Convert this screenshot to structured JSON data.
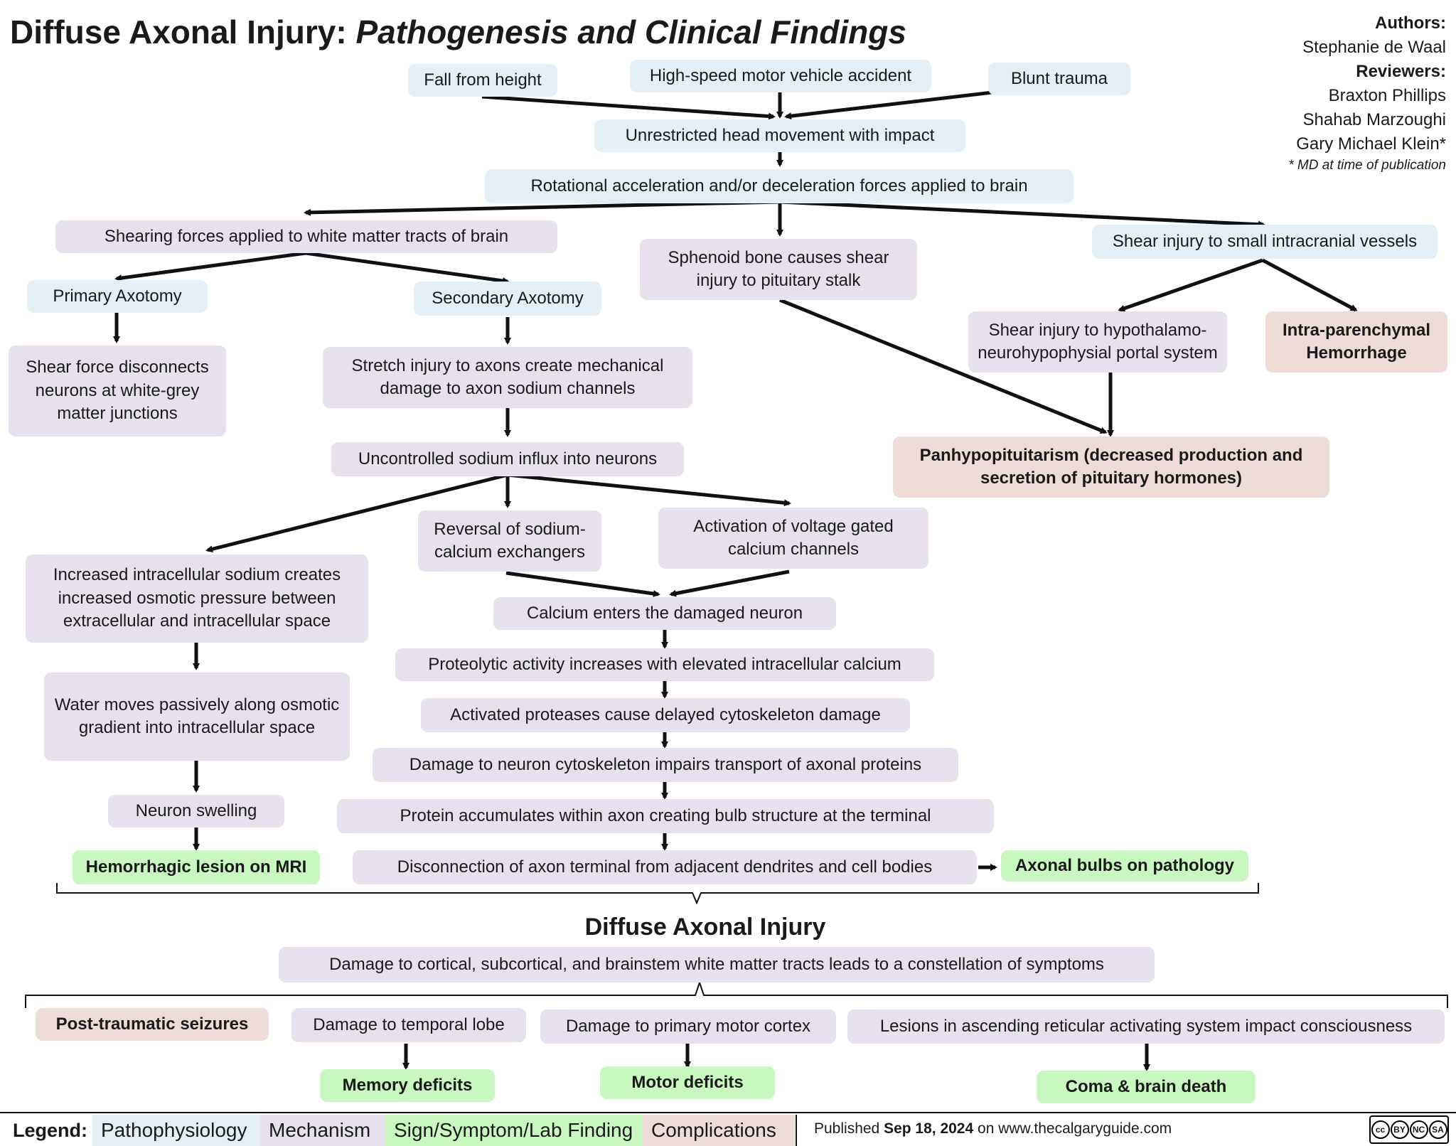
{
  "title": {
    "main": "Diffuse Axonal Injury:",
    "sub": "Pathogenesis and Clinical Findings"
  },
  "authors": {
    "authors_label": "Authors:",
    "authors": [
      "Stephanie de Waal"
    ],
    "reviewers_label": "Reviewers:",
    "reviewers": [
      "Braxton Phillips",
      "Shahab Marzoughi",
      "Gary Michael Klein*"
    ],
    "note": "* MD at time of publication"
  },
  "nodes": {
    "fall": "Fall from height",
    "mva": "High-speed motor vehicle accident",
    "blunt": "Blunt trauma",
    "unrestricted": "Unrestricted head movement with impact",
    "rotational": "Rotational acceleration and/or deceleration forces applied to brain",
    "shearing": "Shearing forces applied to white matter tracts of brain",
    "sphenoid": "Sphenoid bone causes shear injury to pituitary stalk",
    "vessels": "Shear injury to small intracranial vessels",
    "primary": "Primary Axotomy",
    "secondary": "Secondary Axotomy",
    "shear_disconnect": "Shear force disconnects neurons at white-grey matter junctions",
    "stretch": "Stretch injury to axons create mechanical damage to axon sodium channels",
    "sodium_influx": "Uncontrolled sodium influx into neurons",
    "hypothalamo": "Shear injury to hypothalamo-neurohypophysial portal system",
    "intraparenchymal": "Intra-parenchymal Hemorrhage",
    "panhypo": "Panhypopituitarism (decreased production and secretion of pituitary hormones)",
    "reversal": "Reversal of sodium-calcium exchangers",
    "voltage": "Activation of voltage gated calcium channels",
    "osmotic": "Increased intracellular sodium creates increased osmotic pressure between extracellular and intracellular space",
    "calcium_enters": "Calcium enters the damaged neuron",
    "proteolytic": "Proteolytic activity increases with elevated intracellular calcium",
    "water": "Water moves passively along osmotic gradient into intracellular space",
    "proteases": "Activated proteases cause delayed cytoskeleton damage",
    "cytoskeleton": "Damage to neuron cytoskeleton impairs transport of axonal proteins",
    "swelling": "Neuron swelling",
    "protein_accum": "Protein accumulates within axon creating bulb structure at the terminal",
    "hemorrhagic_mri": "Hemorrhagic lesion on MRI",
    "disconnection": "Disconnection of axon terminal from adjacent dendrites and cell bodies",
    "axonal_bulbs": "Axonal bulbs on pathology",
    "dai_title": "Diffuse Axonal Injury",
    "dai_desc": "Damage to cortical, subcortical, and brainstem white matter tracts leads to a constellation of symptoms",
    "seizures": "Post-traumatic seizures",
    "temporal": "Damage to temporal lobe",
    "motor_cortex": "Damage to primary motor cortex",
    "aras": "Lesions in ascending reticular activating system impact consciousness",
    "memory": "Memory deficits",
    "motor_def": "Motor deficits",
    "coma": "Coma & brain death"
  },
  "legend": {
    "label": "Legend:",
    "items": [
      "Pathophysiology",
      "Mechanism",
      "Sign/Symptom/Lab Finding",
      "Complications"
    ],
    "colors": {
      "pathophysiology": "#e3eff5",
      "mechanism": "#e6e1ec",
      "sign": "#c9f7c0",
      "complications": "#eedcd9"
    }
  },
  "footer": {
    "published_prefix": "Published",
    "date": "Sep 18, 2024",
    "published_suffix": "on www.thecalgaryguide.com",
    "license": "cc by nc sa"
  }
}
